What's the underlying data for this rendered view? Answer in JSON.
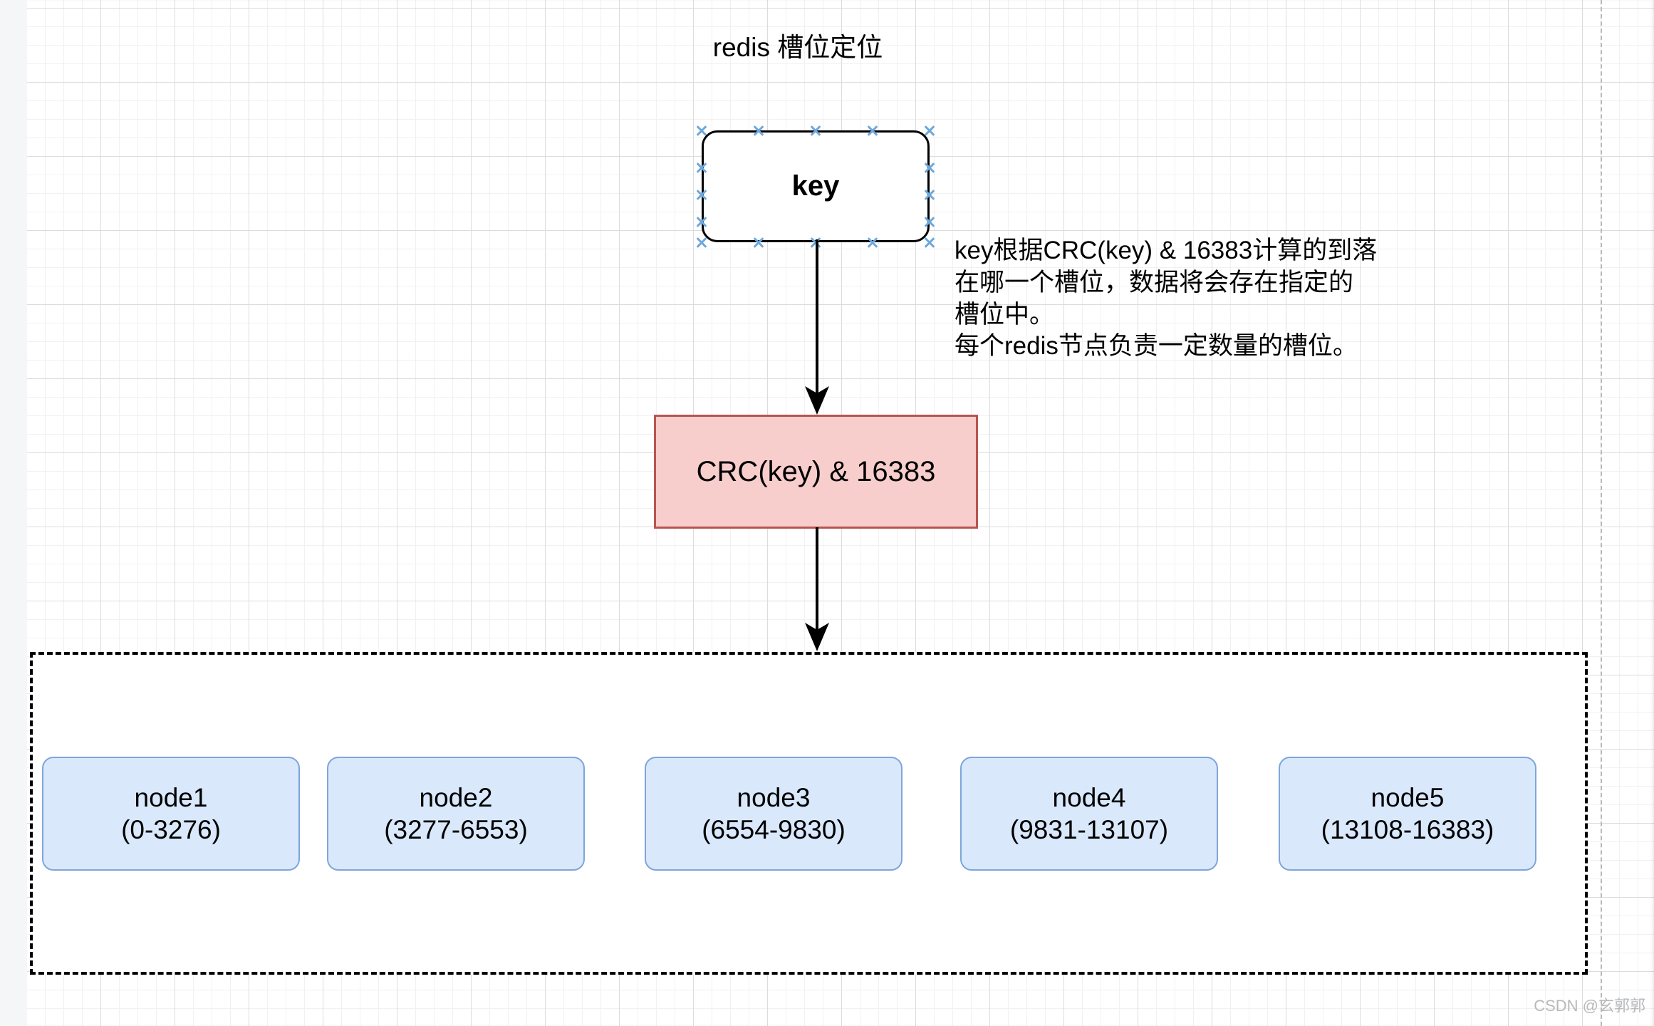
{
  "canvas": {
    "title": "redis 槽位定位",
    "watermark": "CSDN @玄郭郭",
    "colors": {
      "key_border": "#000000",
      "key_fill": "#ffffff",
      "crc_fill": "#f8cecc",
      "crc_border": "#b85450",
      "node_fill": "#dae8fc",
      "node_border": "#7ea6d9",
      "handle": "#6ea8dc",
      "arrow": "#000000",
      "container_border": "#000000"
    }
  },
  "nodes": {
    "key": {
      "label": "key",
      "shape": "rounded-rectangle",
      "selected": true
    },
    "crc": {
      "label": "CRC(key) & 16383",
      "shape": "rectangle"
    }
  },
  "annotation": {
    "lines": [
      "key根据CRC(key) & 16383计算的到落",
      "在哪一个槽位，数据将会存在指定的",
      "槽位中。",
      "每个redis节点负责一定数量的槽位。"
    ]
  },
  "cluster": {
    "nodes": [
      {
        "name": "node1",
        "range": "(0-3276)"
      },
      {
        "name": "node2",
        "range": "(3277-6553)"
      },
      {
        "name": "node3",
        "range": "(6554-9830)"
      },
      {
        "name": "node4",
        "range": "(9831-13107)"
      },
      {
        "name": "node5",
        "range": "(13108-16383)"
      }
    ]
  }
}
